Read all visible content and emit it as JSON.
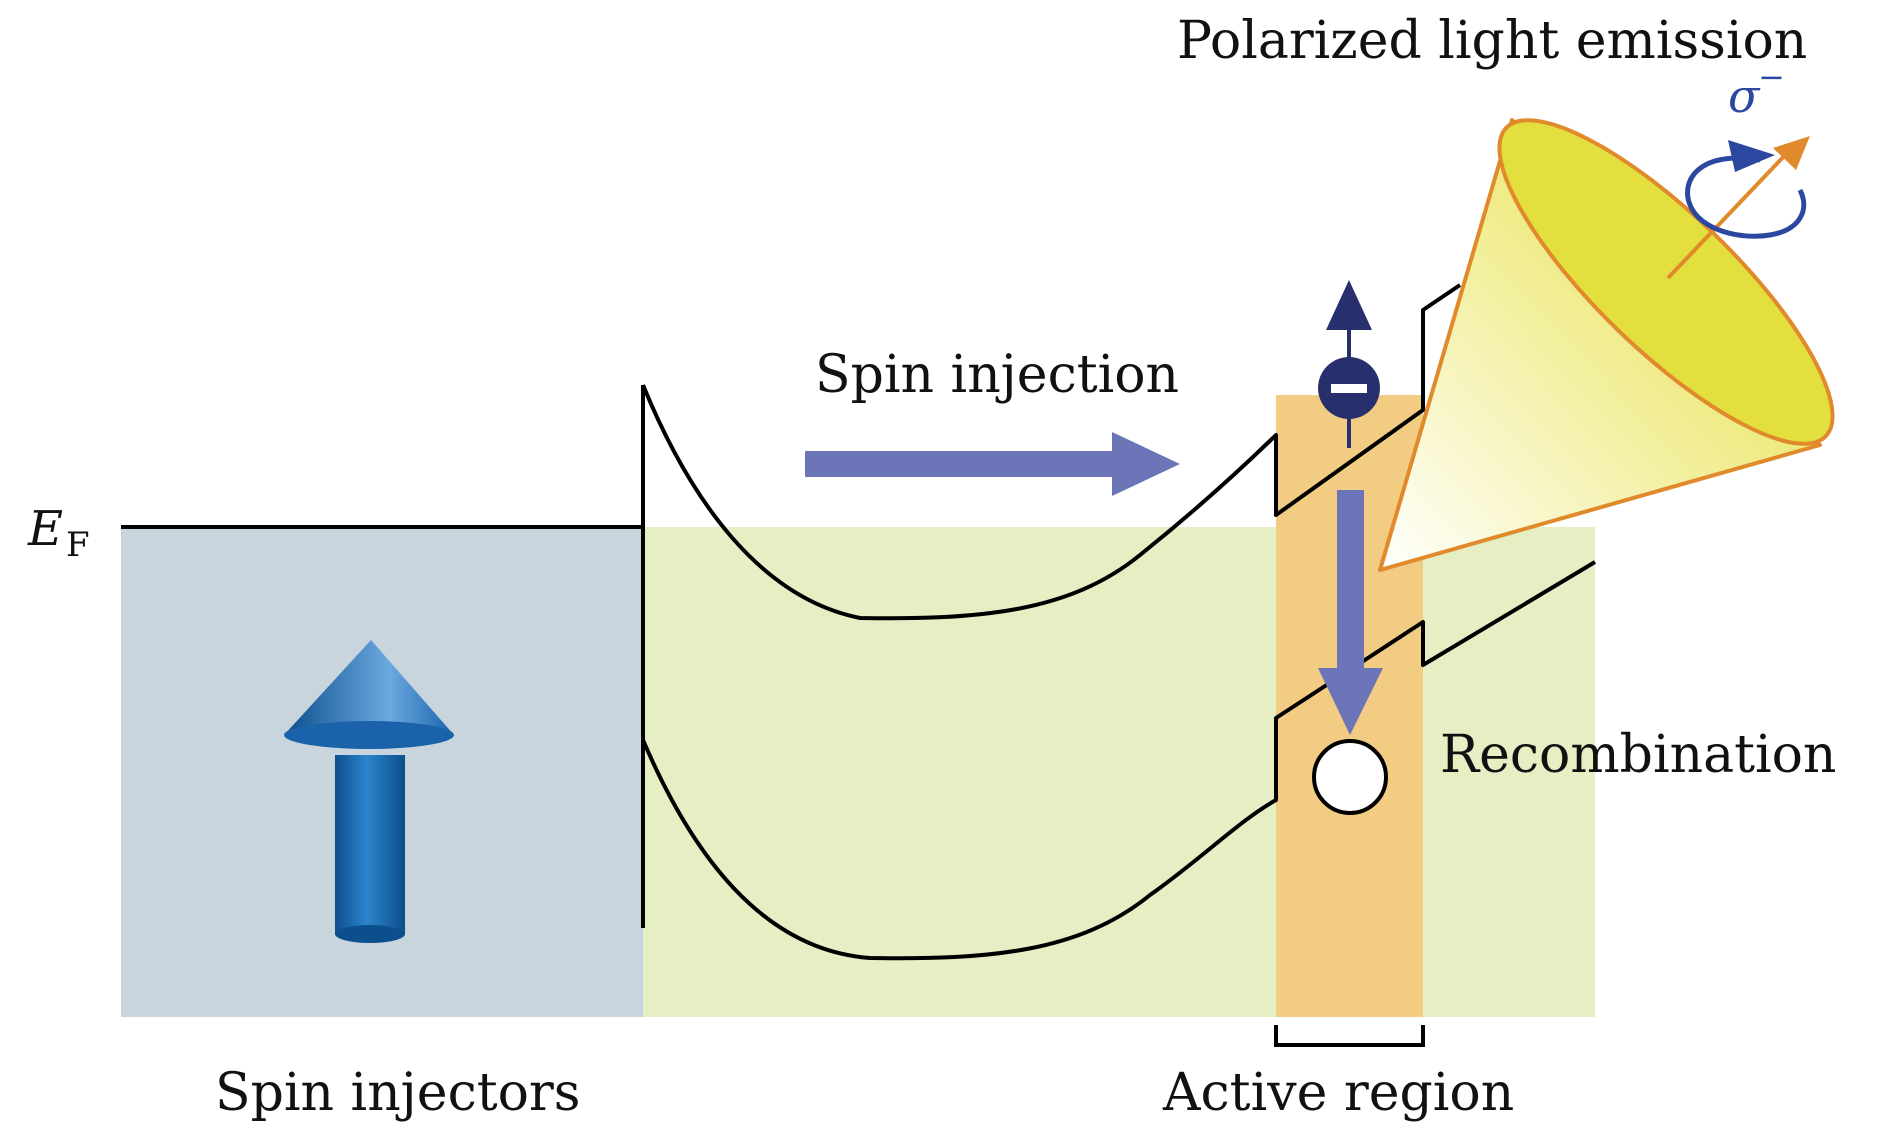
{
  "labels": {
    "fermi_E": "E",
    "fermi_sub": "F",
    "spin_injection": "Spin injection",
    "polarized_light": "Polarized light emission",
    "sigma": "σ",
    "sigma_sup": "−",
    "recombination": "Recombination",
    "spin_injectors": "Spin injectors",
    "active_region": "Active region"
  },
  "colors": {
    "injector_region": "#c9d5dc",
    "semiconductor_region": "#e6eec4",
    "active_region": "#f3cc83",
    "injection_arrow": "#6c75b8",
    "spin_arrow": "#1f6fb5",
    "electron": "#27306c",
    "cone_fill": "#e3e145",
    "cone_edge": "#e08a2c",
    "light_arrow": "#e08a2c",
    "polarization": "#2b47a0"
  },
  "icons": {
    "injector_spin": "spin-up-arrow-icon",
    "electron": "electron-spin-up-icon",
    "hole": "hole-icon",
    "emission_cone": "light-cone-icon",
    "circular_polarization": "circular-polarization-icon"
  }
}
